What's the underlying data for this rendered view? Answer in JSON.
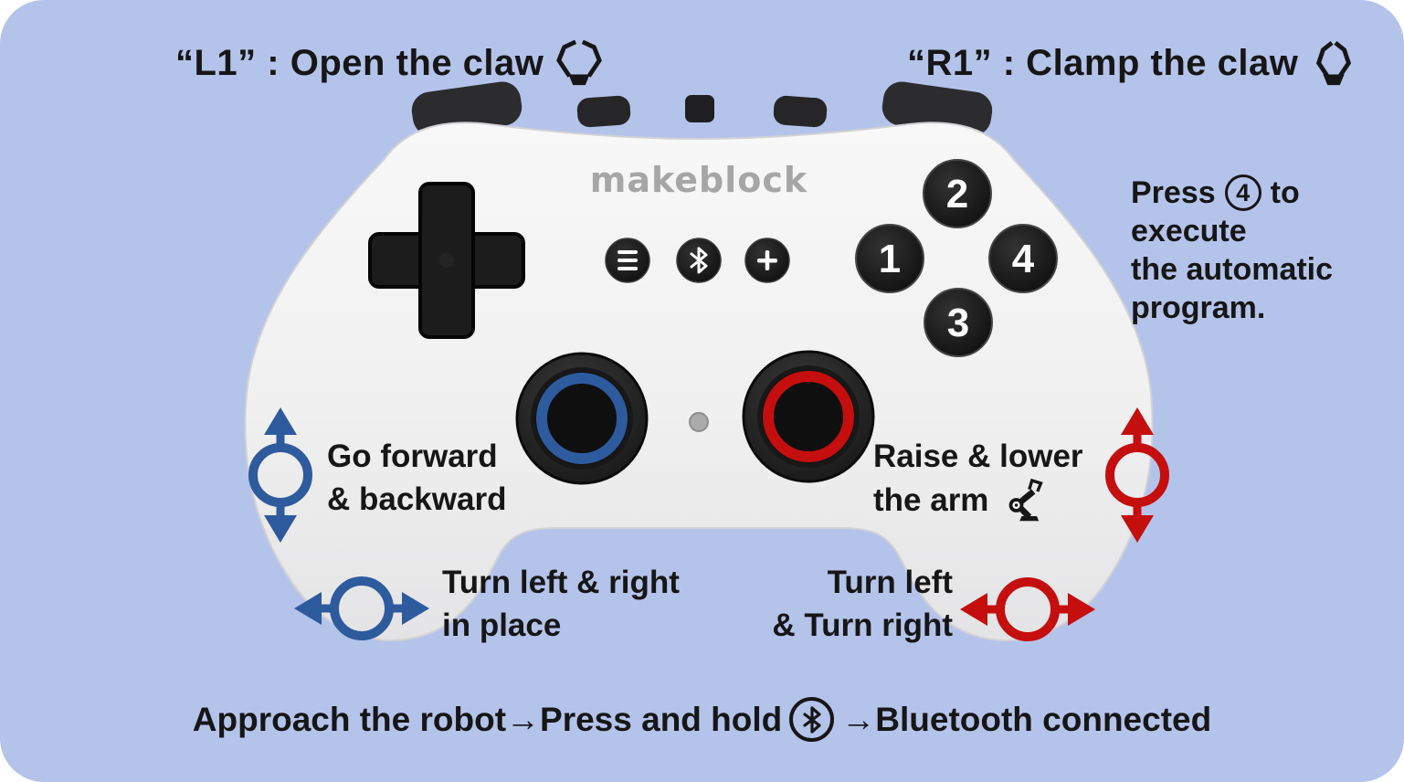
{
  "labels": {
    "l1": "“L1” : Open the claw",
    "r1": "“R1” : Clamp the claw",
    "press4": {
      "pre": "Press",
      "btn": "4",
      "post": "to",
      "l2": "execute",
      "l3": "the automatic",
      "l4": "program."
    },
    "go_forward": {
      "l1": "Go forward",
      "l2": "& backward"
    },
    "turn_in_place": {
      "l1": "Turn left & right",
      "l2": "in place"
    },
    "raise_lower": {
      "l1": "Raise & lower",
      "l2": "the arm"
    },
    "turn_lr": {
      "l1": "Turn left",
      "l2": "& Turn right"
    },
    "bottom": {
      "p1": "Approach the robot",
      "a1": "→",
      "p2": "Press and hold",
      "a2": "→",
      "p3": "Bluetooth connected"
    }
  },
  "controller": {
    "brand": "makeblock",
    "buttons": {
      "b1": "1",
      "b2": "2",
      "b3": "3",
      "b4": "4"
    },
    "icons": {
      "menu": "menu-icon",
      "bluetooth": "bluetooth-icon",
      "plus": "plus-icon",
      "dpad": "dpad-cross",
      "left_stick_ring": "blue",
      "right_stick_ring": "red"
    }
  },
  "icons": {
    "open_claw": "claw-open-icon",
    "clamp_claw": "claw-clamp-icon",
    "robot_arm": "robot-arm-icon",
    "bluetooth_badge": "bluetooth-circle-icon",
    "up_down_blue": "up-down-arrows-blue",
    "left_right_blue": "left-right-arrows-blue",
    "up_down_red": "up-down-arrows-red",
    "left_right_red": "left-right-arrows-red"
  },
  "colors": {
    "background": "#b4c3ea",
    "annotation_blue": "#2e5a9e",
    "annotation_red": "#c50e0e",
    "text_black": "#161616",
    "controller_body": "#f2f2f2",
    "button_black": "#1a1a1a",
    "logo_gray": "#a6a6a6"
  }
}
